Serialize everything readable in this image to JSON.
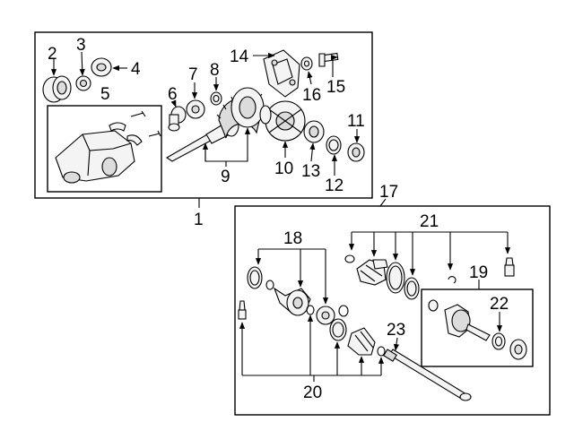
{
  "callouts": {
    "c1": "1",
    "c2": "2",
    "c3": "3",
    "c4": "4",
    "c5": "5",
    "c6": "6",
    "c7": "7",
    "c8": "8",
    "c9": "9",
    "c10": "10",
    "c11": "11",
    "c12": "12",
    "c13": "13",
    "c14": "14",
    "c15": "15",
    "c16": "16",
    "c17": "17",
    "c18": "18",
    "c19": "19",
    "c20": "20",
    "c21": "21",
    "c22": "22",
    "c23": "23"
  }
}
